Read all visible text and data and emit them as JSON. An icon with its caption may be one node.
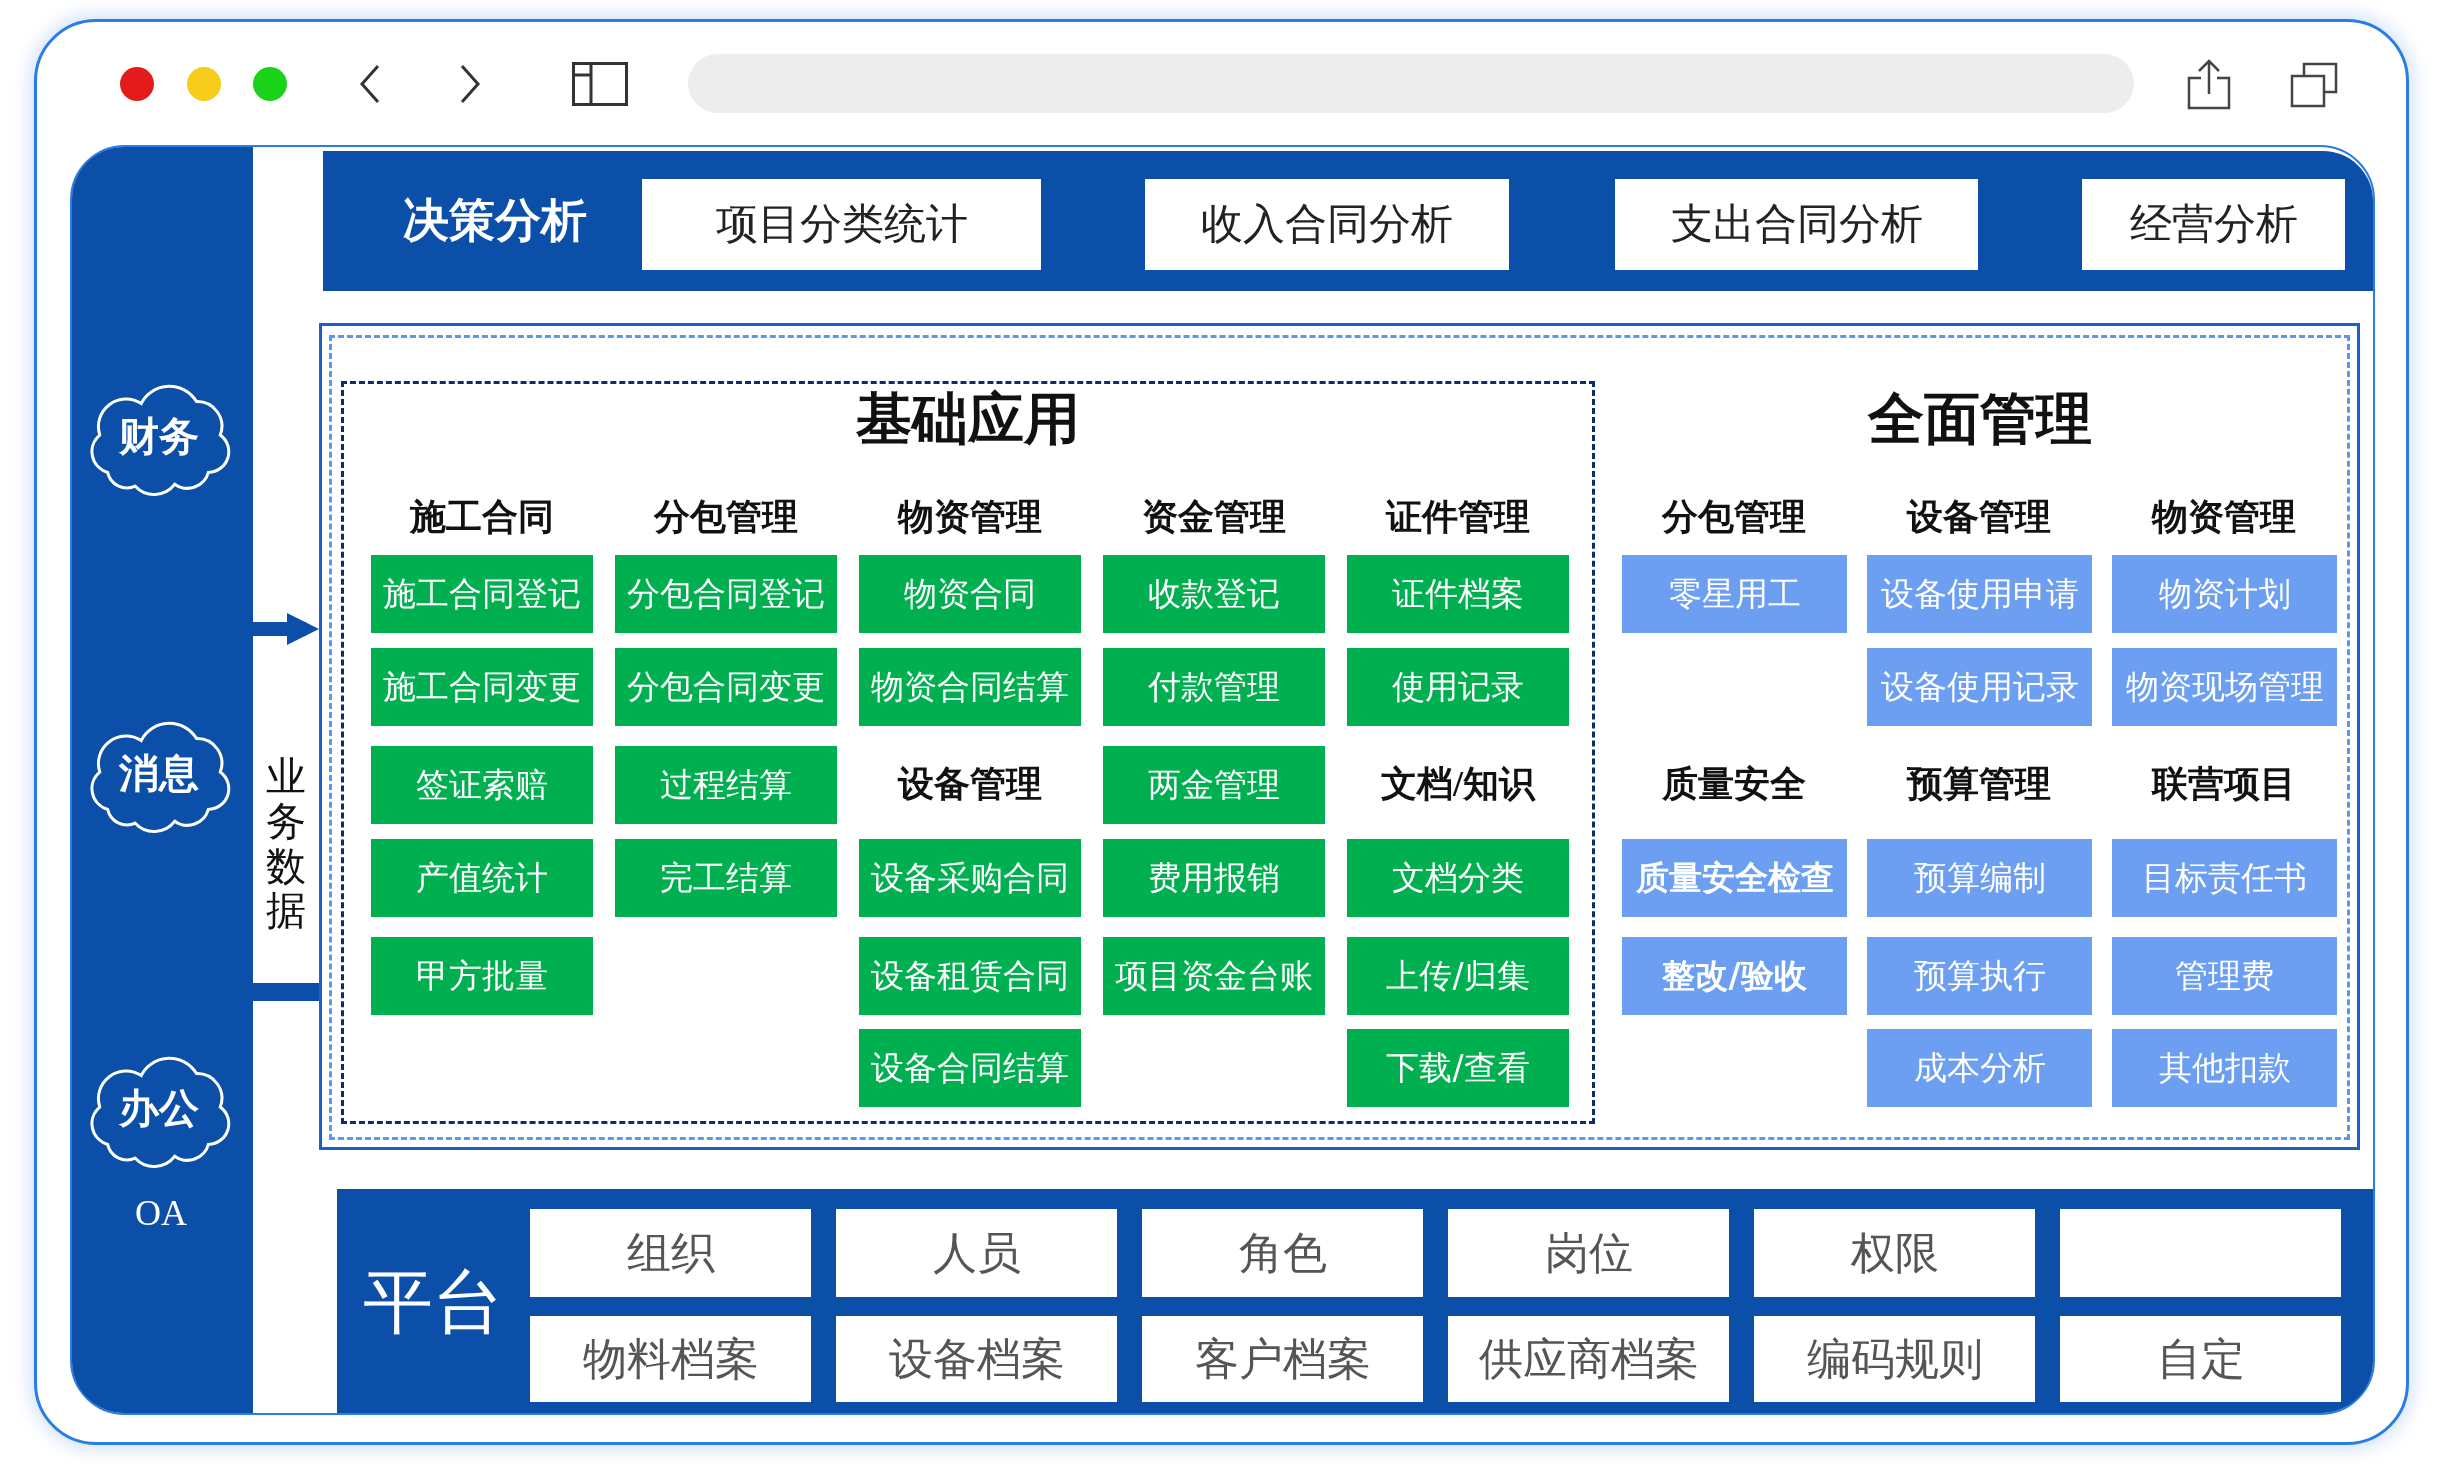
{
  "diagram": {
    "nodes": [
      {
        "text": [],
        "shape": "box"
      },
      {
        "text": [
          "财务"
        ],
        "in": 0
      },
      {
        "text": [
          "消息"
        ],
        "in": 0
      },
      {
        "text": [
          "办公"
        ],
        "in": 0,
        "beside": [
          "OA"
        ]
      },
      {
        "text": [
          "决策分析"
        ]
      },
      {
        "text": [
          "项目分类统计"
        ],
        "in": 4
      },
      {
        "text": [
          "收入合同分析"
        ],
        "in": 4
      },
      {
        "text": [
          "支出合同分析"
        ],
        "in": 4
      },
      {
        "text": [
          "经营分析"
        ],
        "in": 4
      },
      {
        "text": [],
        "shape": "box"
      },
      {
        "text": [
          "全面管理"
        ],
        "in": 9
      },
      {
        "text": [
          "基础应用"
        ],
        "in": 10
      },
      {
        "text": [
          "施工合同登记"
        ],
        "in": 11
      },
      {
        "text": [
          "施工合同变更"
        ],
        "in": 11
      },
      {
        "text": [
          "签证索赔"
        ],
        "in": 11
      },
      {
        "text": [
          "产值统计"
        ],
        "in": 11
      },
      {
        "text": [
          "甲方批量"
        ],
        "in": 11
      },
      {
        "text": [
          "分包合同登记"
        ],
        "in": 11
      },
      {
        "text": [
          "分包合同变更"
        ],
        "in": 11
      },
      {
        "text": [
          "过程结算"
        ],
        "in": 11
      },
      {
        "text": [
          "完工结算"
        ],
        "in": 11
      },
      {
        "text": [
          "物资合同"
        ],
        "in": 11
      },
      {
        "text": [
          "物资合同结算"
        ],
        "in": 11
      },
      {
        "text": [
          "设备采购合同"
        ],
        "in": 11
      },
      {
        "text": [
          "设备租赁合同"
        ],
        "in": 11
      },
      {
        "text": [
          "设备合同结算"
        ],
        "in": 11
      },
      {
        "text": [
          "收款登记"
        ],
        "in": 11
      },
      {
        "text": [
          "付款管理"
        ],
        "in": 11
      },
      {
        "text": [
          "两金管理"
        ],
        "in": 11
      },
      {
        "text": [
          "费用报销"
        ],
        "in": 11
      },
      {
        "text": [
          "项目资金台账"
        ],
        "in": 11
      },
      {
        "text": [
          "证件档案"
        ],
        "in": 11
      },
      {
        "text": [
          "使用记录"
        ],
        "in": 11
      },
      {
        "text": [
          "文档分类"
        ],
        "in": 11
      },
      {
        "text": [
          "上传/归集"
        ],
        "in": 11
      },
      {
        "text": [
          "下载/查看"
        ],
        "in": 11
      },
      {
        "text": [
          "零星用工"
        ],
        "in": 10
      },
      {
        "text": [
          "设备使用申请"
        ],
        "in": 10
      },
      {
        "text": [
          "设备使用记录"
        ],
        "in": 10
      },
      {
        "text": [
          "物资计划"
        ],
        "in": 10
      },
      {
        "text": [
          "物资现场管理"
        ],
        "in": 10
      },
      {
        "text": [
          "质量安全检查"
        ],
        "in": 10
      },
      {
        "text": [
          "整改/验收"
        ],
        "in": 10
      },
      {
        "text": [
          "预算编制"
        ],
        "in": 10
      },
      {
        "text": [
          "预算执行"
        ],
        "in": 10
      },
      {
        "text": [
          "成本分析"
        ],
        "in": 10
      },
      {
        "text": [
          "目标责任书"
        ],
        "in": 10
      },
      {
        "text": [
          "管理费"
        ],
        "in": 10
      },
      {
        "text": [
          "其他扣款"
        ],
        "in": 10
      },
      {
        "text": [
          "平台"
        ]
      },
      {
        "text": [
          "组织"
        ],
        "in": 49
      },
      {
        "text": [
          "人员"
        ],
        "in": 49
      },
      {
        "text": [
          "角色"
        ],
        "in": 49
      },
      {
        "text": [
          "岗位"
        ],
        "in": 49
      },
      {
        "text": [
          "权限"
        ],
        "in": 49
      },
      {
        "text": [],
        "shape": "box",
        "in": 49
      },
      {
        "text": [
          "物料档案"
        ],
        "in": 49
      },
      {
        "text": [
          "设备档案"
        ],
        "in": 49
      },
      {
        "text": [
          "客户档案"
        ],
        "in": 49
      },
      {
        "text": [
          "供应商档案"
        ],
        "in": 49
      },
      {
        "text": [
          "编码规则"
        ],
        "in": 49
      },
      {
        "text": [
          "自定"
        ],
        "in": 49
      }
    ],
    "edges": [
      {
        "from": 0,
        "to": 9,
        "arrow": "to"
      },
      {
        "from": 0,
        "to": 9,
        "arrow": "none"
      }
    ],
    "labels": [
      "施工合同",
      "分包管理",
      "物资管理",
      "资金管理",
      "证件管理",
      "分包管理",
      "设备管理",
      "物资管理",
      "业务数据",
      "设备管理",
      "文档/知识",
      "质量安全",
      "预算管理",
      "联营项目"
    ]
  }
}
